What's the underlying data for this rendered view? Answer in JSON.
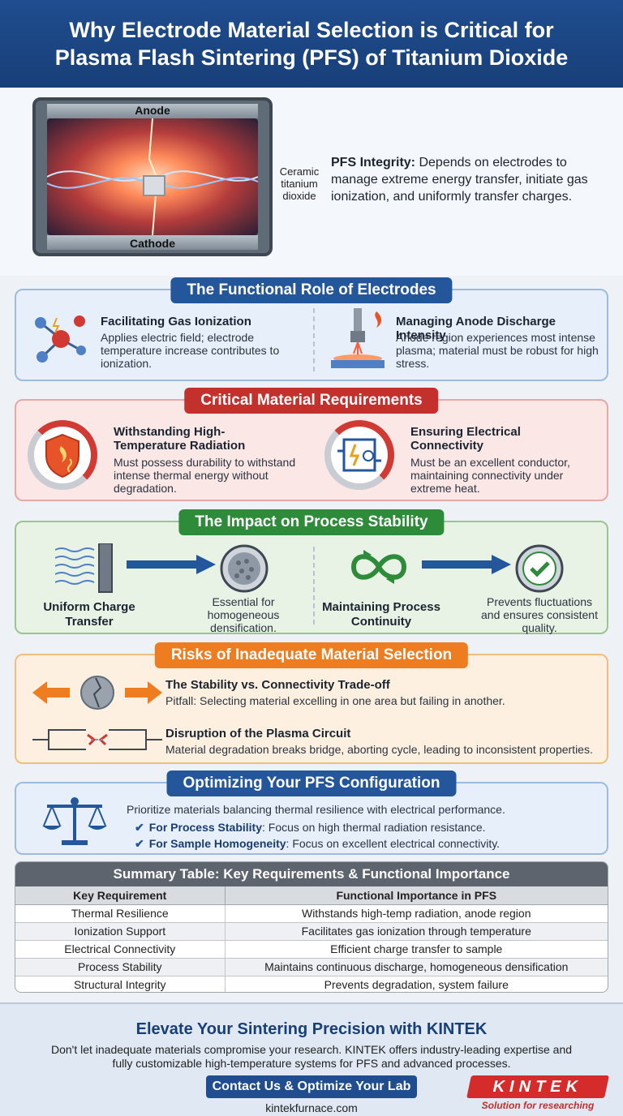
{
  "header": {
    "title_line1": "Why Electrode Material Selection is Critical for",
    "title_line2": "Plasma Flash Sintering (PFS) of Titanium Dioxide"
  },
  "hero": {
    "anode_label": "Anode",
    "cathode_label": "Cathode",
    "ceramic_label": "Ceramic titanium dioxide",
    "pfs_bold": "PFS Integrity:",
    "pfs_text": "Depends on electrodes to manage extreme energy transfer, initiate gas ionization, and uniformly transfer charges."
  },
  "functional": {
    "title": "The Functional Role of Electrodes",
    "item1_title": "Facilitating Gas Ionization",
    "item1_desc": "Applies electric field; electrode temperature increase contributes to ionization.",
    "item2_title": "Managing Anode Discharge Intensity",
    "item2_desc": "Anode region experiences most intense plasma; material must be robust for high stress."
  },
  "requirements": {
    "title": "Critical Material Requirements",
    "item1_title": "Withstanding High-Temperature Radiation",
    "item1_desc": "Must possess durability to withstand intense thermal energy without degradation.",
    "item2_title": "Ensuring Electrical Connectivity",
    "item2_desc": "Must be an excellent conductor, maintaining connectivity under extreme heat."
  },
  "stability": {
    "title": "The Impact on Process Stability",
    "item1_label": "Uniform Charge Transfer",
    "item1_note": "Essential for homogeneous densification.",
    "item2_label": "Maintaining Process Continuity",
    "item2_note": "Prevents fluctuations and ensures consistent quality."
  },
  "risks": {
    "title": "Risks of Inadequate Material Selection",
    "item1_title": "The Stability vs. Connectivity Trade-off",
    "item1_desc": "Pitfall: Selecting material excelling in one area but failing in another.",
    "item2_title": "Disruption of the Plasma Circuit",
    "item2_desc": "Material degradation breaks bridge, aborting cycle, leading to inconsistent properties."
  },
  "optimize": {
    "title": "Optimizing Your PFS Configuration",
    "intro": "Prioritize materials balancing thermal resilience with electrical performance.",
    "point1_bold": "For Process Stability",
    "point1_text": ": Focus on high thermal radiation resistance.",
    "point2_bold": "For Sample Homogeneity",
    "point2_text": ": Focus on excellent electrical connectivity."
  },
  "table": {
    "title": "Summary Table: Key Requirements & Functional Importance",
    "headers": [
      "Key Requirement",
      "Functional Importance in PFS"
    ],
    "rows": [
      [
        "Thermal Resilience",
        "Withstands high-temp radiation, anode region"
      ],
      [
        "Ionization Support",
        "Facilitates gas ionization through temperature"
      ],
      [
        "Electrical Connectivity",
        "Efficient charge transfer to sample"
      ],
      [
        "Process Stability",
        "Maintains continuous discharge, homogeneous densification"
      ],
      [
        "Structural Integrity",
        "Prevents degradation, system failure"
      ]
    ]
  },
  "footer": {
    "title": "Elevate Your Sintering Precision with KINTEK",
    "desc": "Don't let inadequate materials compromise your research. KINTEK offers industry-leading expertise and fully customizable high-temperature systems for PFS and advanced processes.",
    "cta": "Contact Us & Optimize Your Lab",
    "site": "kintekfurnace.com",
    "logo": "KINTEK",
    "tagline": "Solution for researching"
  },
  "colors": {
    "brand_blue": "#1f4d8f",
    "red": "#c4302b",
    "green": "#2e8b3a",
    "orange": "#ee7d22"
  }
}
